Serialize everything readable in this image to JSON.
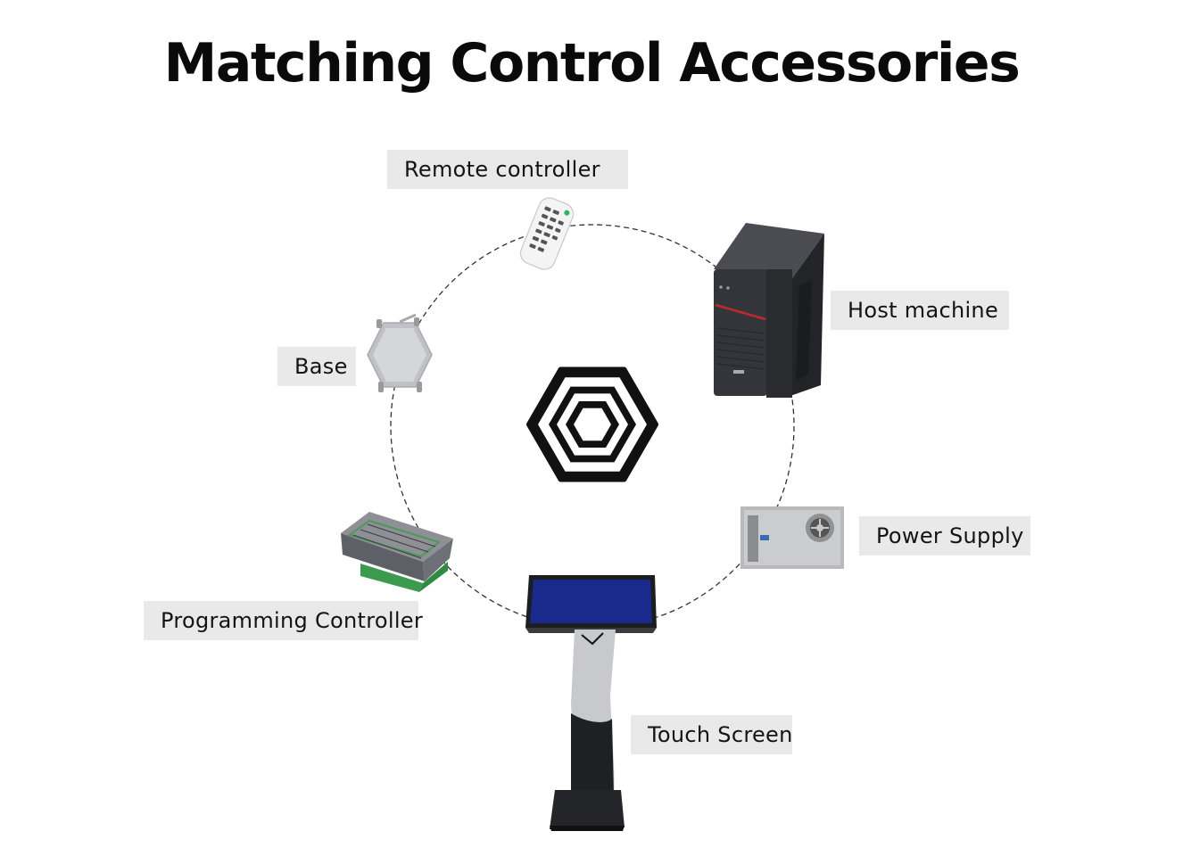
{
  "title": "Matching Control Accessories",
  "accessories": [
    {
      "id": "remote",
      "label": "Remote controller",
      "icon": "remote-controller-icon"
    },
    {
      "id": "host",
      "label": "Host machine",
      "icon": "pc-tower-icon"
    },
    {
      "id": "base",
      "label": "Base",
      "icon": "hexagon-base-icon"
    },
    {
      "id": "power",
      "label": "Power Supply",
      "icon": "power-supply-icon"
    },
    {
      "id": "plc",
      "label": "Programming Controller",
      "icon": "programming-controller-icon"
    },
    {
      "id": "touch",
      "label": "Touch Screen",
      "icon": "touch-screen-kiosk-icon"
    }
  ],
  "center_icon": "concentric-hexagon-logo-icon",
  "colors": {
    "label_bg": "#e9e9e9",
    "text": "#141414",
    "screen_blue": "#1a2a8c",
    "tower": "#2b2d31",
    "tower_stripe": "#c0282a"
  }
}
